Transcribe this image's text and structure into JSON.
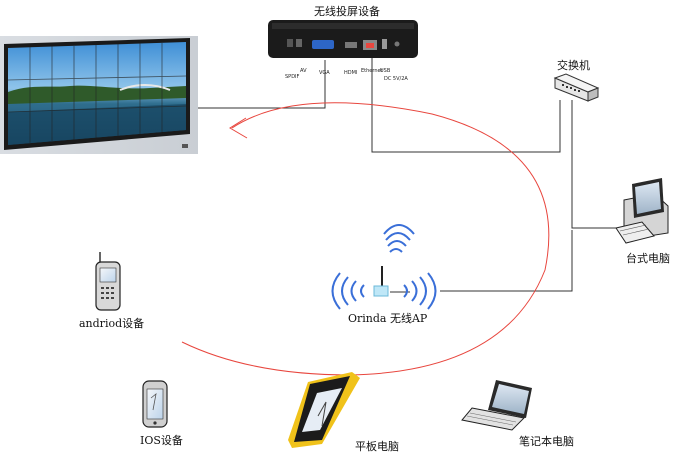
{
  "title": "无线投屏设备",
  "ports": {
    "spdif": "SPDIF",
    "av": "AV",
    "vga": "VGA",
    "hdmi": "HDMI",
    "ethernet": "Ethernet",
    "usb": "USB",
    "dc": "DC 5V/2A"
  },
  "labels": {
    "switch": "交换机",
    "desktop": "台式电脑",
    "ap": "Orinda 无线AP",
    "android": "andriod设备",
    "ios": "IOS设备",
    "tablet": "平板电脑",
    "laptop": "笔记本电脑"
  },
  "colors": {
    "cast_arrow": "#e8463e",
    "wire": "#333333",
    "wifi": "#3a6fd8",
    "device_body": "#1b1b1b",
    "tablet_frame": "#f0c21a"
  },
  "icons": {
    "device": "cast-box-icon",
    "switch": "network-switch-icon",
    "desktop": "desktop-computer-icon",
    "ap": "wireless-ap-icon",
    "android": "mobile-phone-icon",
    "ios": "smartphone-icon",
    "tablet": "tablet-icon",
    "laptop": "laptop-icon",
    "display": "video-wall-icon"
  }
}
